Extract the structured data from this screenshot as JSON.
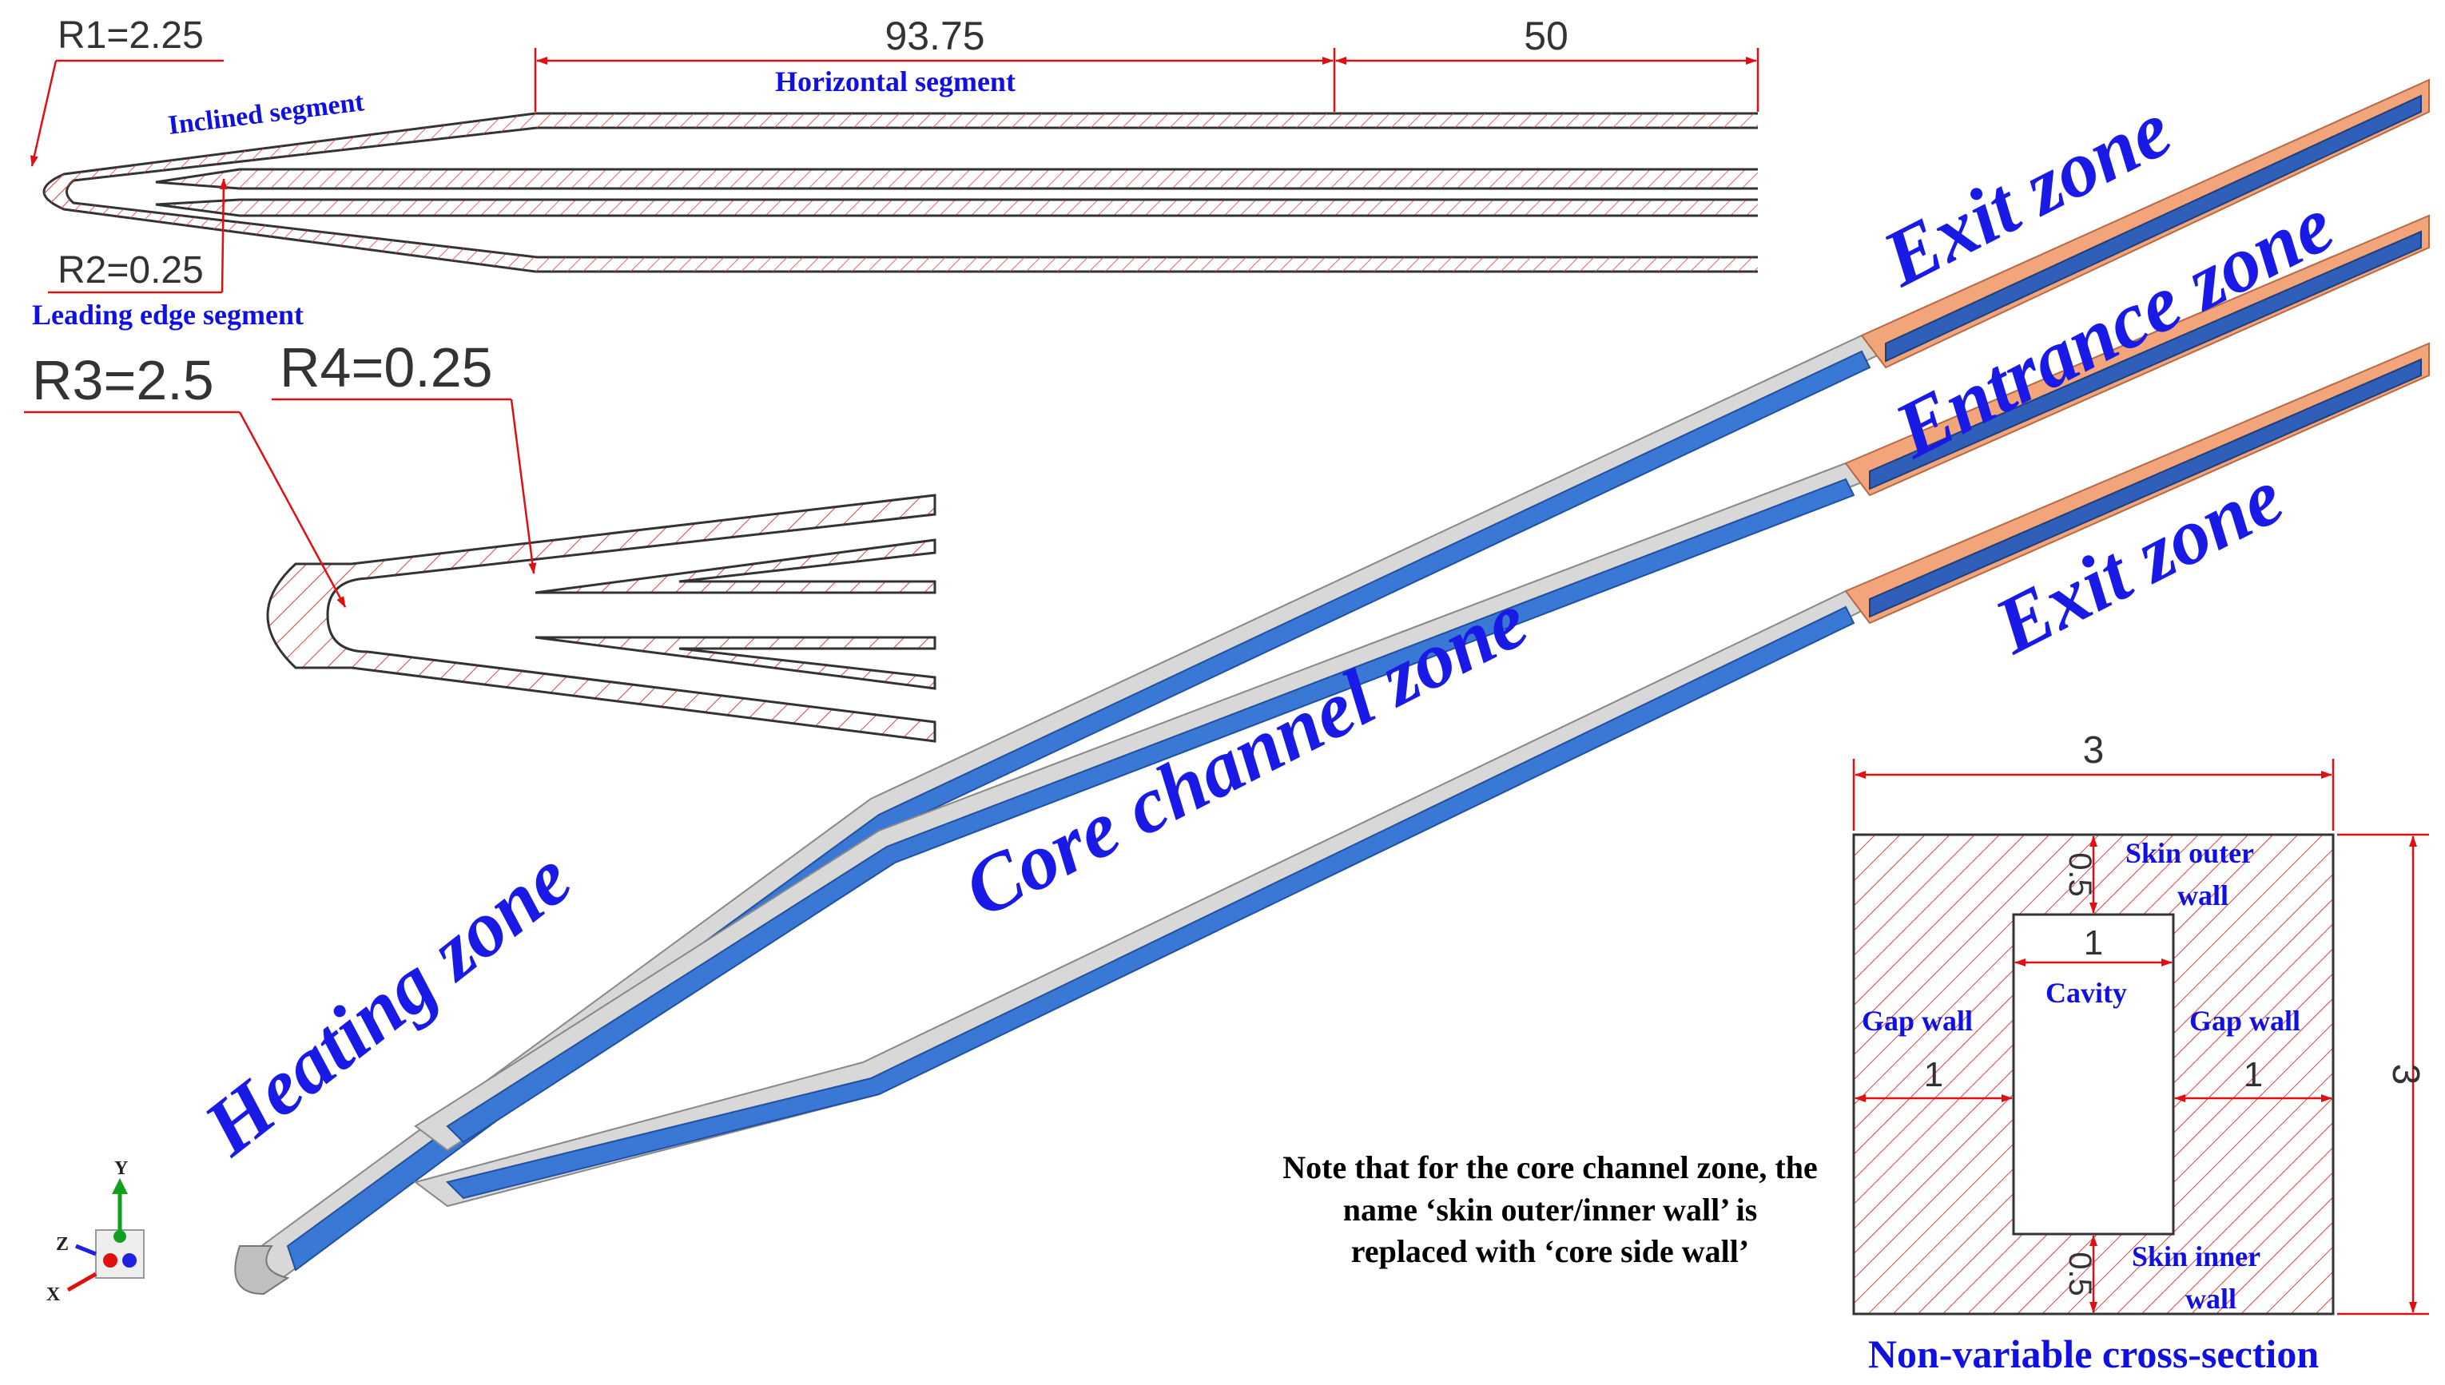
{
  "dimensions": {
    "r1": "R1=2.25",
    "r2": "R2=0.25",
    "r3": "R3=2.5",
    "r4": "R4=0.25",
    "horizontal_length": "93.75",
    "end_length": "50",
    "section_width": "3",
    "section_height": "3",
    "cavity_width": "1",
    "gap_left": "1",
    "gap_right": "1",
    "skin_top": "0.5",
    "skin_bottom": "0.5"
  },
  "segment_labels": {
    "inclined": "Inclined segment",
    "horizontal": "Horizontal segment",
    "leading_edge": "Leading edge segment"
  },
  "zone_labels": {
    "exit_top": "Exit zone",
    "entrance": "Entrance zone",
    "exit_bottom": "Exit zone",
    "core": "Core channel zone",
    "heating": "Heating zone"
  },
  "cross_section": {
    "skin_outer_line1": "Skin outer",
    "skin_outer_line2": "wall",
    "skin_inner_line1": "Skin inner",
    "skin_inner_line2": "wall",
    "cavity": "Cavity",
    "gap_left": "Gap wall",
    "gap_right": "Gap wall",
    "caption": "Non-variable cross-section"
  },
  "note": {
    "line1": "Note that for the core channel zone, the",
    "line2": "name ‘skin outer/inner wall’ is",
    "line3": "replaced with ‘core side wall’"
  },
  "axes": {
    "y": "Y",
    "z": "Z",
    "x": "X"
  },
  "colors": {
    "dimension_red": "#e01010",
    "label_blue": "#1010e0",
    "channel_blue": "#3a78d6",
    "end_orange": "#f2a57a",
    "shell_gray": "#d8d8d8"
  }
}
